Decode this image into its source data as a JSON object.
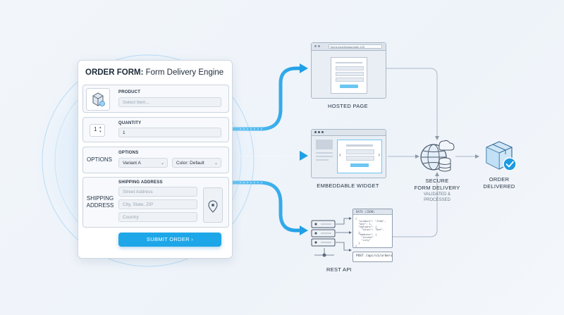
{
  "form": {
    "title_bold": "ORDER FORM:",
    "title_rest": " Form Delivery Engine",
    "product": {
      "label": "PRODUCT",
      "placeholder": "Select Item..."
    },
    "quantity": {
      "label": "QUANTITY",
      "value": "1",
      "icon_text": "1"
    },
    "options": {
      "side_label": "OPTIONS",
      "label": "OPTIONS",
      "variant": "Variant A",
      "color": "Color: Default"
    },
    "shipping": {
      "side_label_line1": "SHIPPING",
      "side_label_line2": "ADDRESS",
      "label": "SHIPPING ADDRESS",
      "street": "Street Address",
      "city": "City, State, ZIP",
      "country": "Country"
    },
    "submit_label": "SUBMIT ORDER ›"
  },
  "targets": {
    "hosted": {
      "label": "HOSTED PAGE",
      "url": "forms.expert/page/order-123"
    },
    "widget": {
      "label": "EMBEDDABLE WIDGET"
    },
    "api": {
      "label": "REST API",
      "code_title": "DATA (JSON)",
      "endpoint": "POST /api/v1/orders",
      "code_lines": [
        "{",
        "  \"product\": \"Item\",",
        "  \"qty\": 1,",
        "  \"options\": {",
        "    \"Color\": \"Def\",",
        "  },",
        "  \"address\": {",
        "    \"street\"",
        "    \"city\"",
        "  }",
        "}"
      ]
    }
  },
  "delivery": {
    "label_line1": "SECURE",
    "label_line2": "FORM DELIVERY",
    "sub_line1": "VALIDATED &",
    "sub_line2": "PROCESSED"
  },
  "result": {
    "label_line1": "ORDER",
    "label_line2": "DELIVERED"
  },
  "colors": {
    "accent": "#1ea7e8",
    "connector": "#a9b6c6",
    "check": "#1e9be0"
  }
}
